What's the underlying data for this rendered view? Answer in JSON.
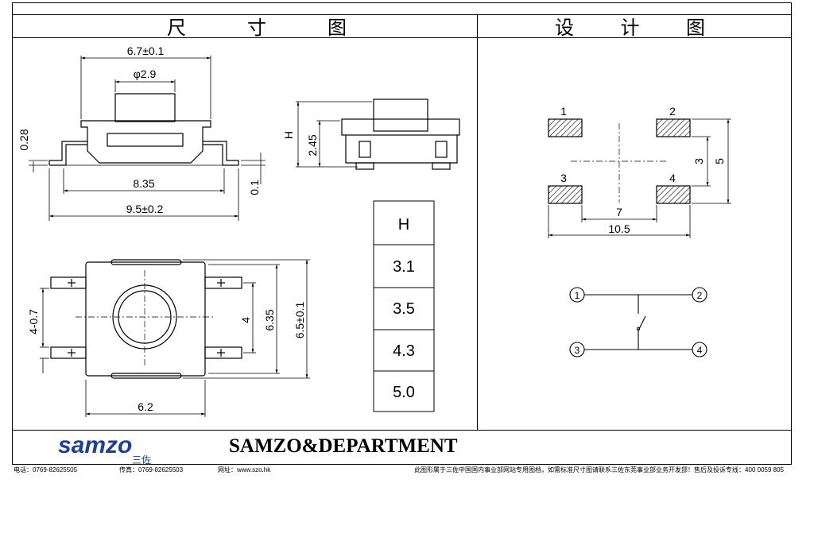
{
  "header": {
    "left": [
      "尺",
      "寸",
      "图"
    ],
    "right": [
      "设",
      "计",
      "图"
    ]
  },
  "dims": {
    "width_total": "6.7±0.1",
    "stem_dia": "φ2.9",
    "tab_thickness": "0.28",
    "height_label": "H",
    "body_height": "2.45",
    "inner_len": "8.35",
    "overall_len": "9.5±0.2",
    "lead_gap": "0.1",
    "pin_pitch_side": "4-0.7",
    "pin_span": "4",
    "body_w": "6.35",
    "body_w_total": "6.5±0.1",
    "body_l": "6.2"
  },
  "h_table": {
    "header": "H",
    "values": [
      "3.1",
      "3.5",
      "4.3",
      "5.0"
    ]
  },
  "pads": {
    "labels": [
      "1",
      "2",
      "3",
      "4"
    ],
    "dim_3": "3",
    "dim_5": "5",
    "dim_7": "7",
    "dim_10_5": "10.5"
  },
  "schematic": {
    "nodes": [
      "1",
      "2",
      "3",
      "4"
    ]
  },
  "brand": {
    "logo_text": "samzo",
    "logo_sub": "三佐",
    "name": "SAMZO&DEPARTMENT"
  },
  "footer": {
    "tel": "电话：0769-82625505",
    "fax": "传真：0769-82625503",
    "web": "网址：www.szo.hk",
    "note": "此图形属于三佐中国国内事业部网站专用图档，如需标准尺寸图请联系三佐东莞事业部业务开发部！售后及投诉专线：400 0059 805"
  }
}
